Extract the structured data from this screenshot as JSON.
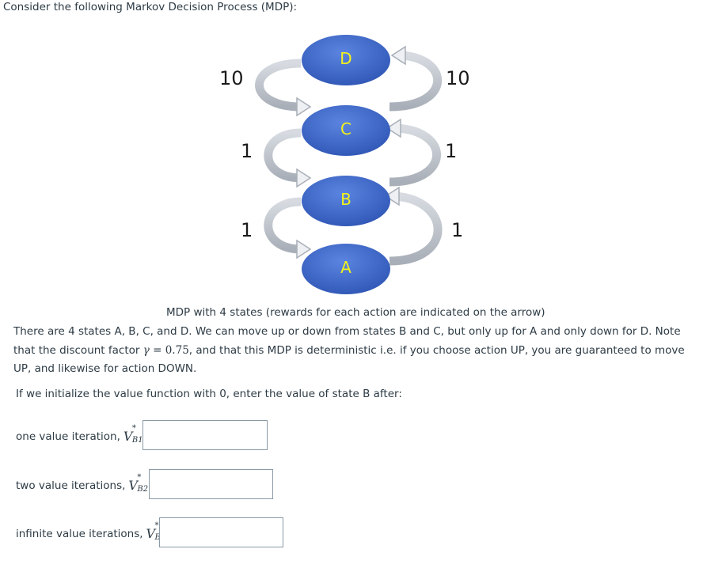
{
  "intro": "Consider the following Markov Decision Process (MDP):",
  "diagram": {
    "states": [
      "D",
      "C",
      "B",
      "A"
    ],
    "rewards_left": [
      "10",
      "1",
      "1"
    ],
    "rewards_right": [
      "10",
      "1",
      "1"
    ],
    "caption": "MDP with 4 states (rewards for each action are indicated on the arrow)",
    "colors": {
      "state_fill": "#3f68c8",
      "state_label": "#f2f21a",
      "arrow": "#bfc4cc"
    }
  },
  "paragraph": {
    "part1": "There are 4 states A, B, C, and D. We can move up or down from states B and C, but only up for A and only down for D. Note that the discount factor ",
    "gamma_symbol": "γ",
    "equals": " = ",
    "gamma_value": "0.75",
    "part2": ", and that this MDP is deterministic i.e. if you choose action UP, you are guaranteed to move UP, and likewise for action DOWN."
  },
  "instruction": "If we initialize the value function with 0, enter the value of state B after:",
  "questions": [
    {
      "label": "one value iteration,",
      "symbol": "V",
      "sup": "*",
      "sub": "B1",
      "value": ""
    },
    {
      "label": "two value iterations,",
      "symbol": "V",
      "sup": "*",
      "sub": "B2",
      "value": ""
    },
    {
      "label": "infinite value iterations,",
      "symbol": "V",
      "sup": "*",
      "sub": "B",
      "value": ""
    }
  ]
}
